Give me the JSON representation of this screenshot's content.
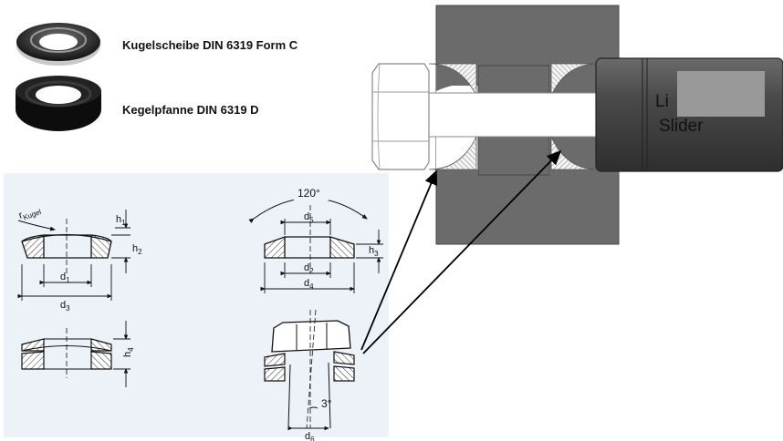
{
  "products": [
    {
      "label": "Kugelscheibe DIN 6319 Form C"
    },
    {
      "label": "Kegelpfanne DIN 6319 D"
    }
  ],
  "drawing": {
    "kugel_label": "r",
    "kugel_sub": "Kugel",
    "angle_label": "120°",
    "tilt_label": "3°",
    "dims": {
      "h1": "h",
      "h1s": "1",
      "h2": "h",
      "h2s": "2",
      "h3": "h",
      "h3s": "3",
      "h4": "h",
      "h4s": "4",
      "d1": "d",
      "d1s": "1",
      "d2": "d",
      "d2s": "2",
      "d3": "d",
      "d3s": "3",
      "d4": "d",
      "d4s": "4",
      "d5": "d",
      "d5s": "5",
      "d6": "d",
      "d6s": "6"
    }
  },
  "assembly": {
    "slider_line1": "Li",
    "slider_line2": "Slider"
  }
}
